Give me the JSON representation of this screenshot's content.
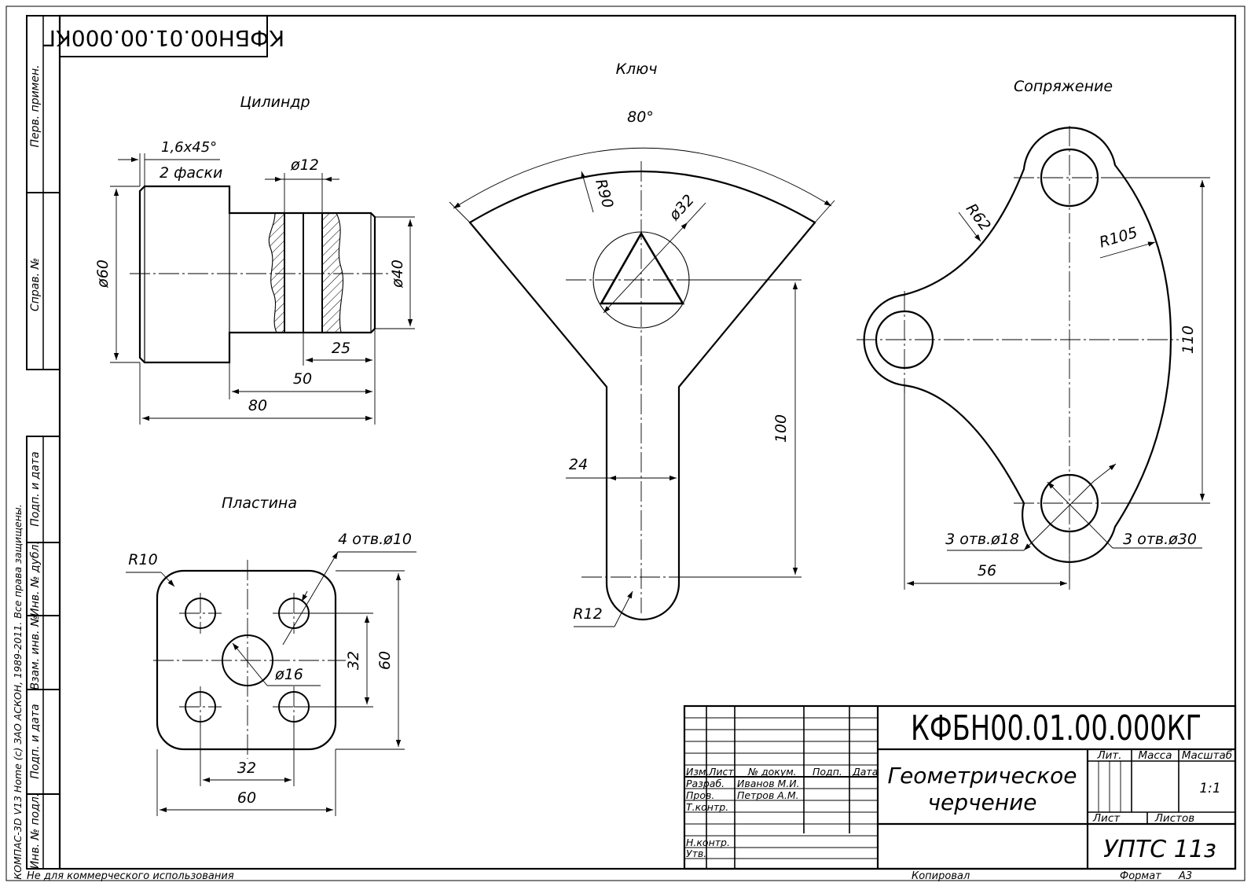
{
  "sheet": {
    "designation": "КФБН00.01.00.000КГ",
    "mirrored_designation": "КФБН00.01.00.000КГ",
    "left_strip": {
      "perv_primen": "Перв. примен.",
      "sprav_no": "Справ. №",
      "podp_data_1": "Подп. и дата",
      "inv_dubl": "Инв. № дубл.",
      "vzam_inv": "Взам. инв. №",
      "podp_data_2": "Подп. и дата",
      "inv_podl": "Инв. № подл.",
      "copyright": "КОМПАС-3D V13 Home (c) ЗАО АСКОН, 1989-2011. Все права защищены."
    },
    "footer": {
      "noncommercial": "Не для коммерческого использования",
      "kopiroval": "Копировал",
      "format_label": "Формат",
      "format_value": "А3"
    }
  },
  "views": {
    "cylinder": {
      "title": "Цилиндр",
      "chamfer": "1,6x45°",
      "chamfer_count": "2 фаски",
      "dia_hole": "ø12",
      "dia_big": "ø60",
      "dia_small": "ø40",
      "dim_25": "25",
      "dim_50": "50",
      "dim_80": "80"
    },
    "key": {
      "title": "Ключ",
      "angle": "80°",
      "r90": "R90",
      "d32": "ø32",
      "dim_100": "100",
      "dim_24": "24",
      "r12": "R12"
    },
    "conjugation": {
      "title": "Сопряжение",
      "r62": "R62",
      "r105": "R105",
      "dim_110": "110",
      "holes18": "3 отв.ø18",
      "holes30": "3 отв.ø30",
      "dim_56": "56"
    },
    "plate": {
      "title": "Пластина",
      "r10": "R10",
      "holes10": "4 отв.ø10",
      "d16": "ø16",
      "dim_32v": "32",
      "dim_60v": "60",
      "dim_32h": "32",
      "dim_60h": "60"
    }
  },
  "title_block": {
    "designation": "КФБН00.01.00.000КГ",
    "name_line1": "Геометрическое",
    "name_line2": "черчение",
    "col_izm": "Изм.",
    "col_list": "Лист",
    "col_doc": "№ докум.",
    "col_podp": "Подп.",
    "col_data": "Дата",
    "razrab_label": "Разраб.",
    "razrab_name": "Иванов М.И.",
    "prov_label": "Пров.",
    "prov_name": "Петров А.М.",
    "tkontr_label": "Т.контр.",
    "nkontr_label": "Н.контр.",
    "utv_label": "Утв.",
    "lit_label": "Лит.",
    "massa_label": "Масса",
    "masshtab_label": "Масштаб",
    "scale_value": "1:1",
    "list_label": "Лист",
    "listov_label": "Листов",
    "org": "УПТС 11з"
  }
}
